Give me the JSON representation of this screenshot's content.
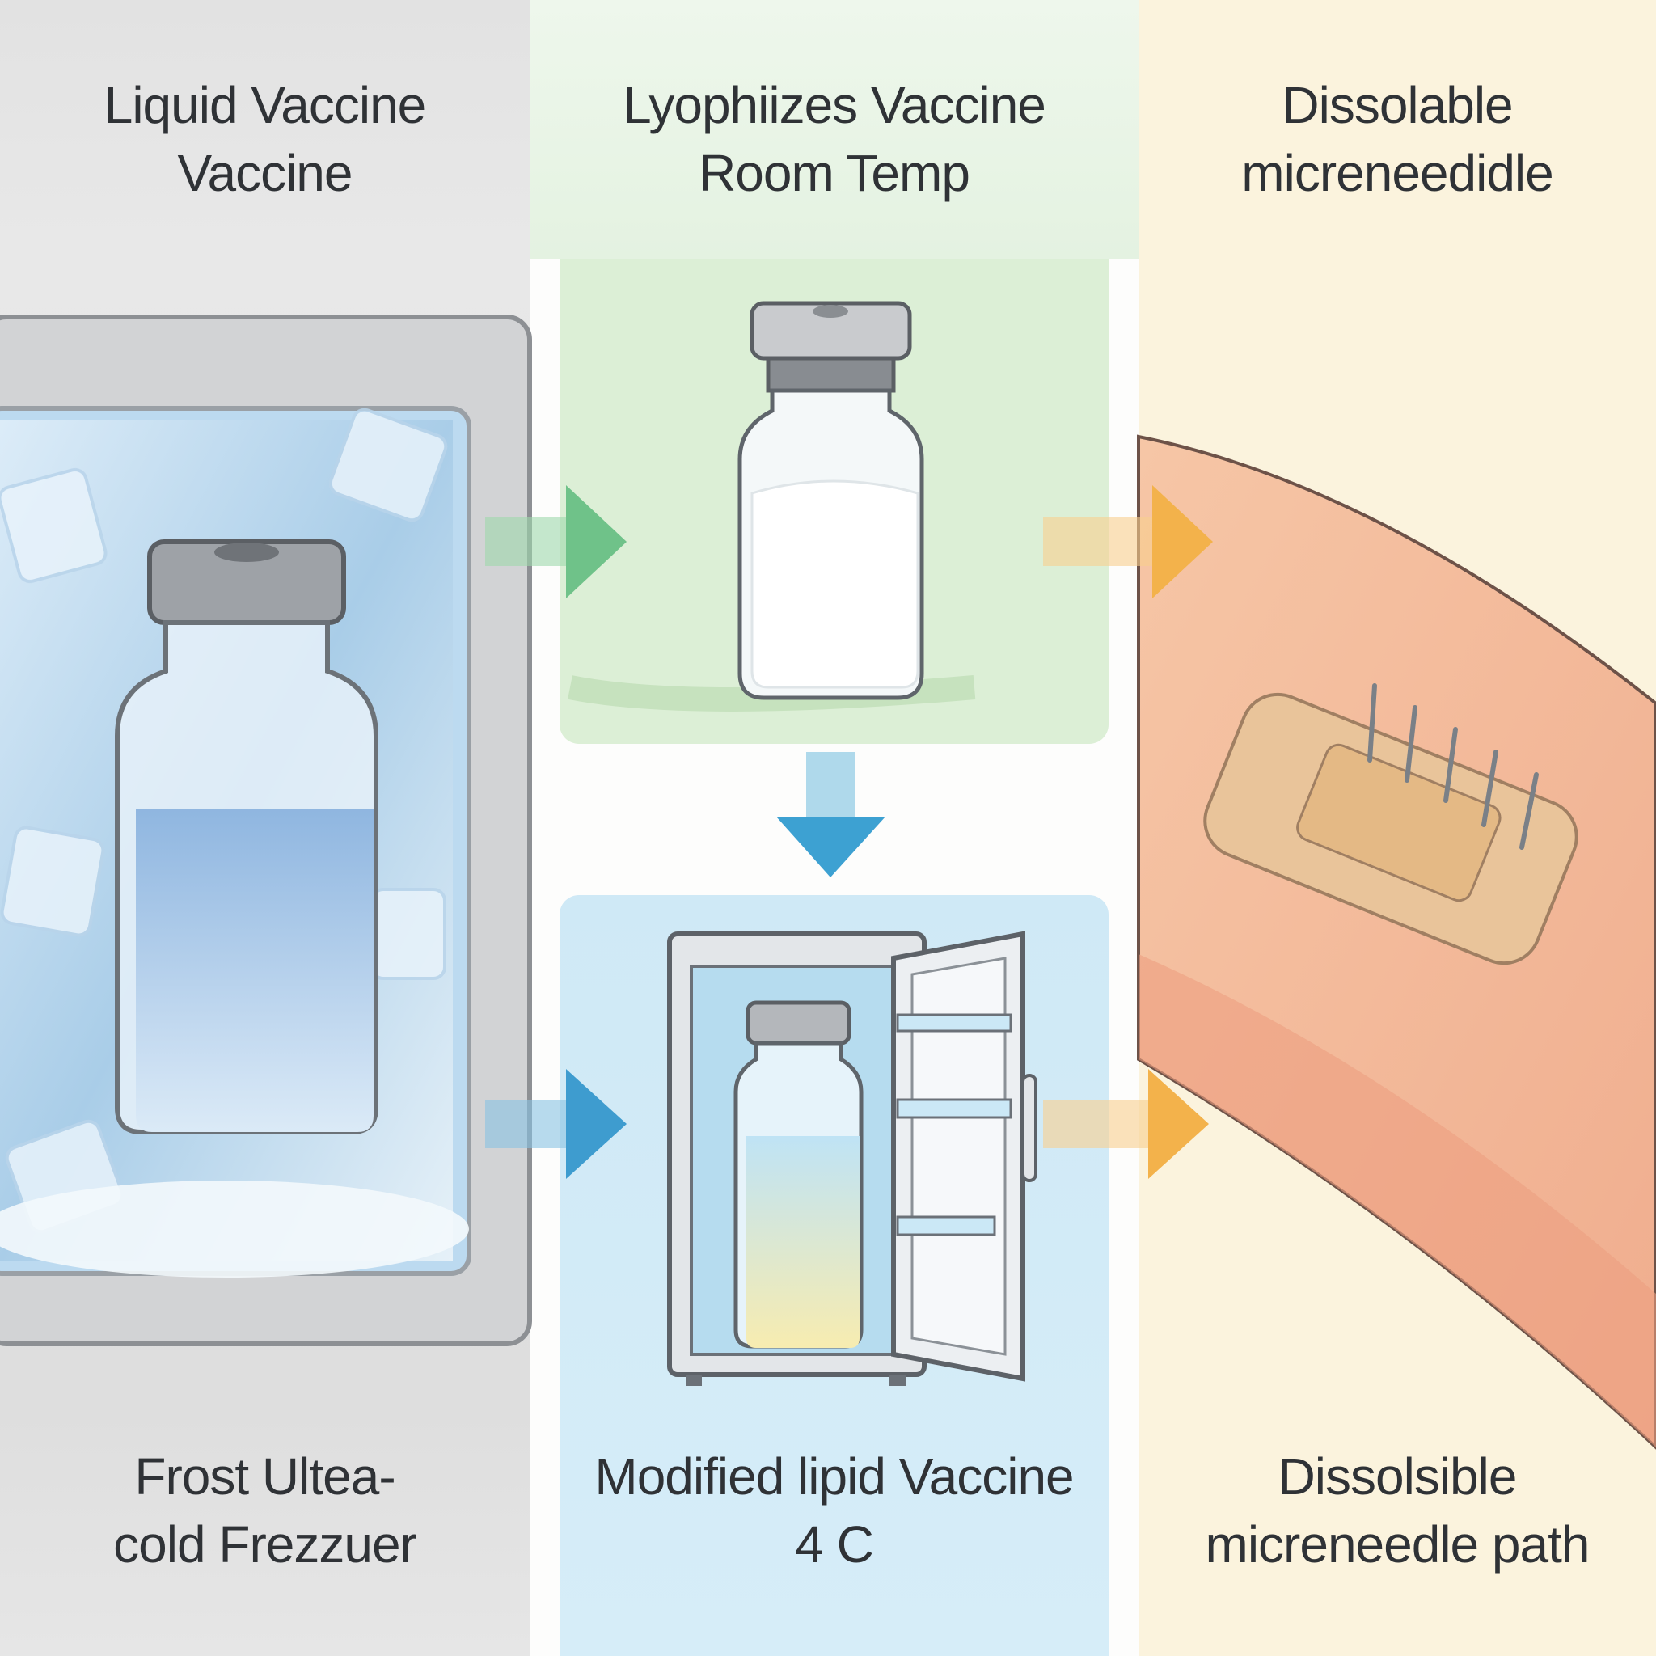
{
  "columns": [
    {
      "top_label": [
        "Liquid Vaccine",
        "Vaccine"
      ],
      "bottom_label": [
        "Frost Ultea-",
        "cold Frezzuer"
      ]
    },
    {
      "top_label": [
        "Lyophiizes Vaccine",
        "Room Temp"
      ],
      "bottom_label": [
        "Modified lipid Vaccine",
        "4 C"
      ]
    },
    {
      "top_label": [
        "Dissolable",
        "micreneedidle"
      ],
      "bottom_label": [
        "Dissolsible",
        "micreneedle path"
      ]
    }
  ],
  "colors": {
    "gray_panel": "#e3e3e3",
    "green_panel": "#dcefd8",
    "blue_panel": "#cde8f5",
    "cream_panel": "#fbf3dc",
    "skin": "#f4c2a4",
    "green_arrow": "#7cc98a",
    "blue_arrow": "#3fa0d0",
    "orange_arrow": "#f2b24a"
  }
}
